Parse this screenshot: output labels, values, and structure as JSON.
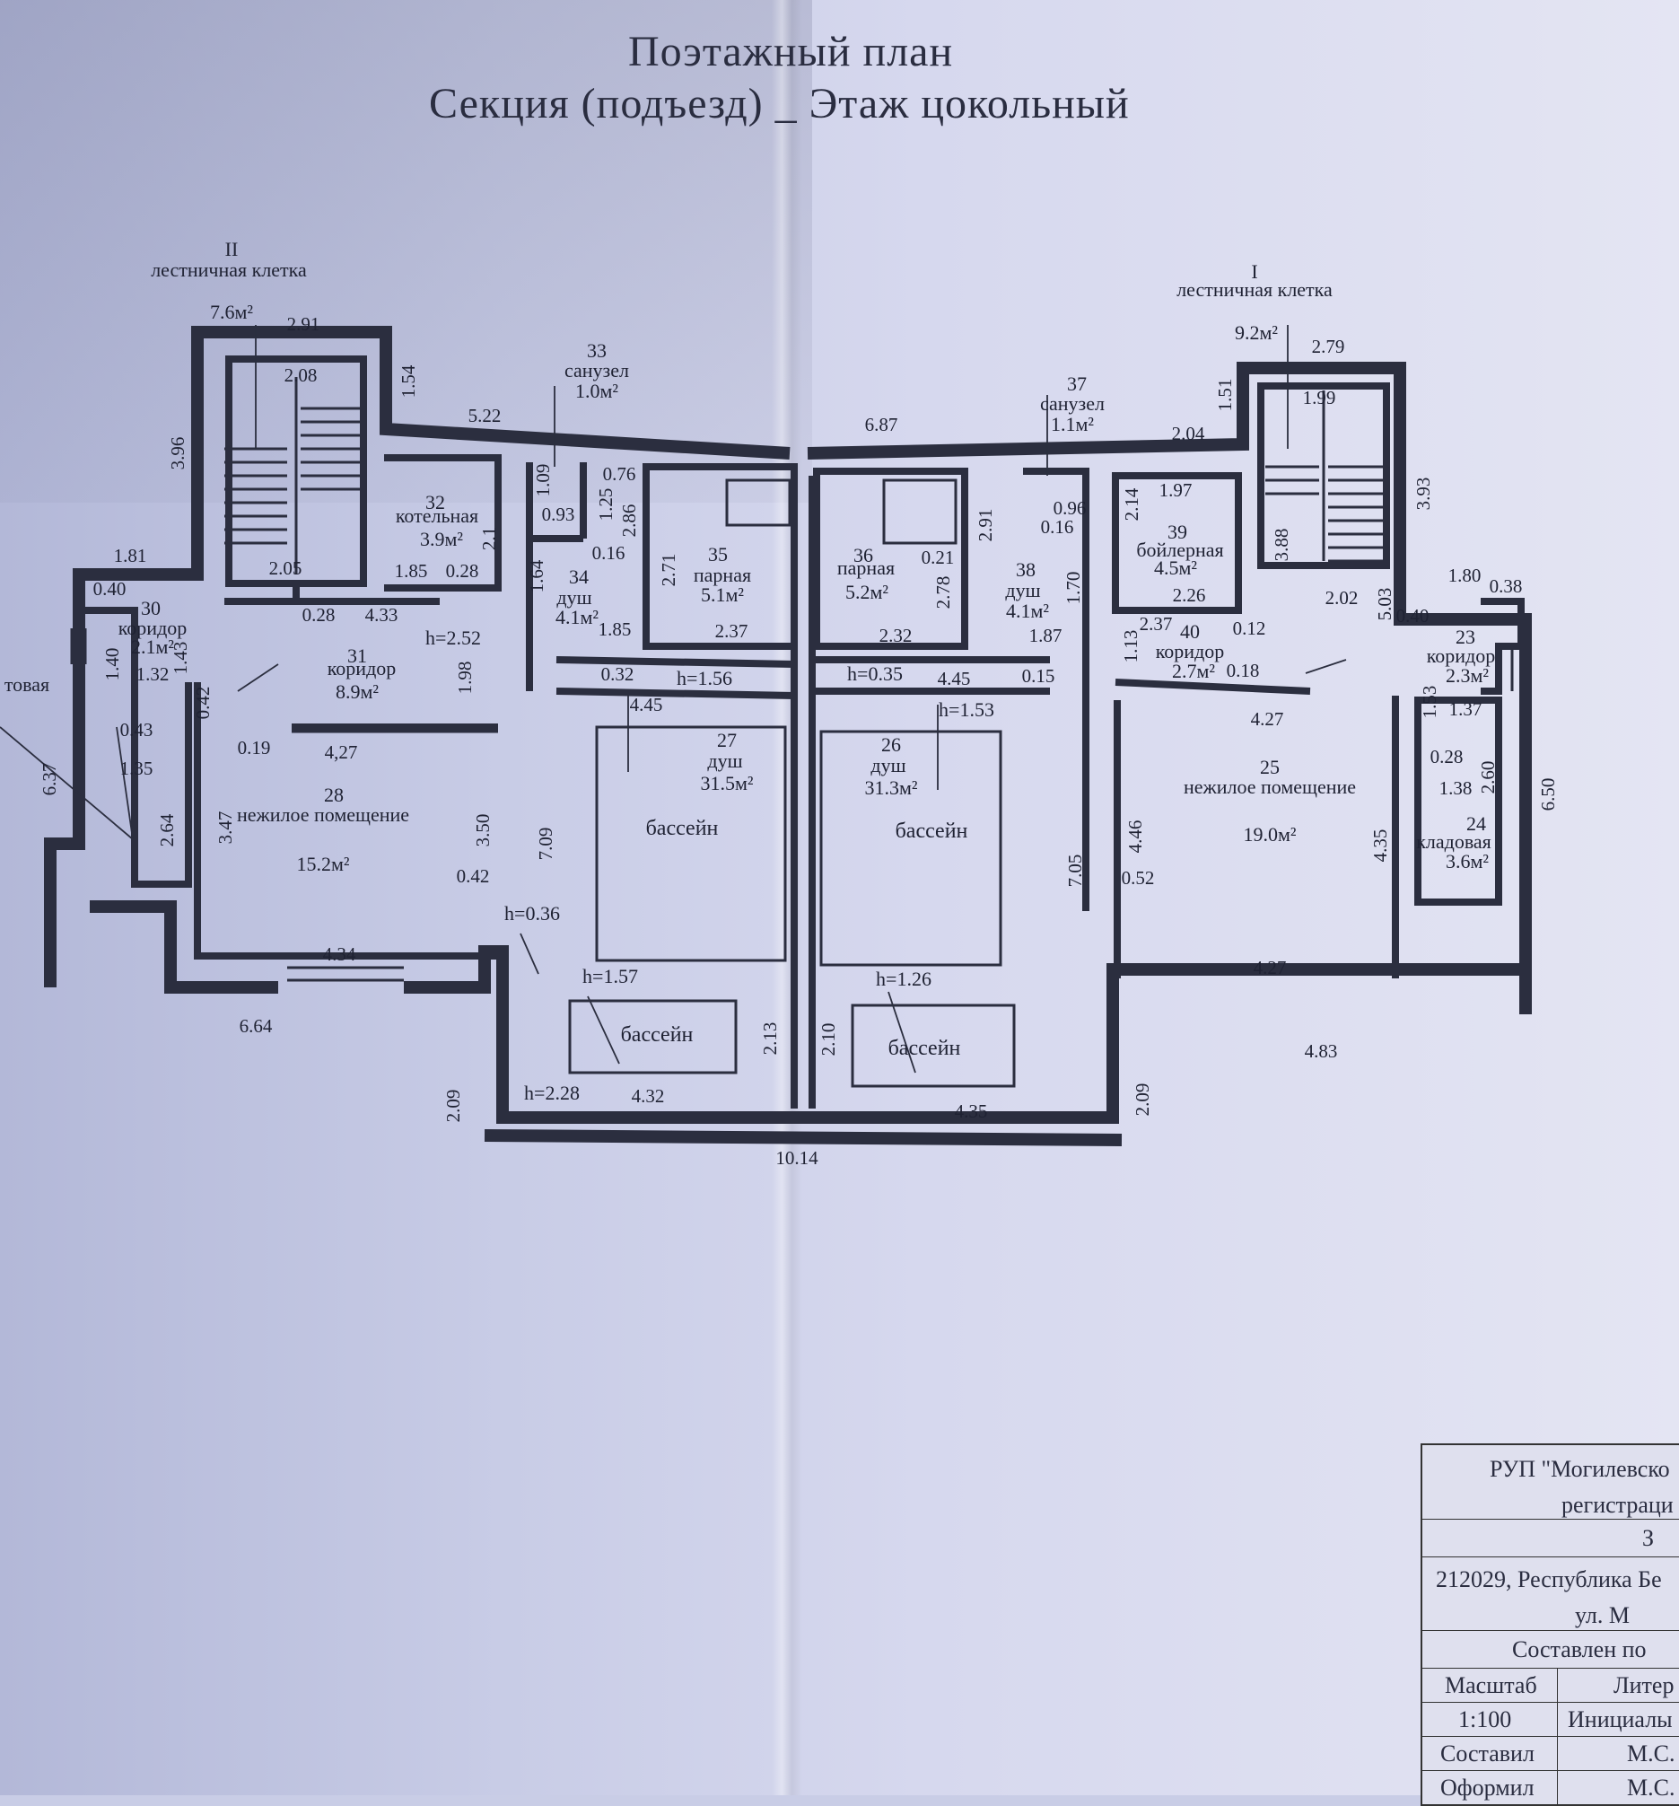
{
  "title_line1": "Поэтажный план",
  "title_line2": "Секция (подъезд) _ Этаж цокольный",
  "rooms": [
    {
      "num": "II",
      "name": "лестничная клетка",
      "area": "7.6м²"
    },
    {
      "num": "I",
      "name": "лестничная клетка",
      "area": "9.2м²"
    },
    {
      "num": "33",
      "name": "санузел",
      "area": "1.0м²"
    },
    {
      "num": "37",
      "name": "санузел",
      "area": "1.1м²"
    },
    {
      "num": "32",
      "name": "котельная",
      "area": "3.9м²"
    },
    {
      "num": "34",
      "name": "душ",
      "area": "4.1м²"
    },
    {
      "num": "35",
      "name": "парная",
      "area": "5.1м²"
    },
    {
      "num": "36",
      "name": "парная",
      "area": "5.2м²"
    },
    {
      "num": "38",
      "name": "душ",
      "area": "4.1м²"
    },
    {
      "num": "39",
      "name": "бойлерная",
      "area": "4.5м²"
    },
    {
      "num": "40",
      "name": "коридор",
      "area": "2.7м²"
    },
    {
      "num": "30",
      "name": "коридор",
      "area": "2.1м²"
    },
    {
      "num": "31",
      "name": "коридор",
      "area": "8.9м²"
    },
    {
      "num": "23",
      "name": "коридор",
      "area": "2.3м²"
    },
    {
      "num": "28",
      "name": "нежилое помещение",
      "area": "15.2м²"
    },
    {
      "num": "27",
      "name": "душ",
      "area": "31.5м²"
    },
    {
      "num": "26",
      "name": "душ",
      "area": "31.3м²"
    },
    {
      "num": "25",
      "name": "нежилое помещение",
      "area": "19.0м²"
    },
    {
      "num": "24",
      "name": "кладовая",
      "area": "3.6м²"
    }
  ],
  "partial_label": "товая",
  "pool_label": "бассейн",
  "heights": [
    "h=2.52",
    "h=1.56",
    "h=0.35",
    "h=1.53",
    "h=0.36",
    "h=1.57",
    "h=1.26",
    "h=2.28"
  ],
  "dimensions": {
    "top": [
      "2.91",
      "2.08",
      "1.54",
      "5.22",
      "6.87",
      "2.04",
      "2.79",
      "1.99",
      "1.51"
    ],
    "left": [
      "3.96",
      "1.81",
      "0.40",
      "6.37",
      "1.40",
      "1.43",
      "0.42",
      "1.32",
      "0.43",
      "1.35",
      "2.64",
      "3.47",
      "0.19",
      "4,27",
      "2.05",
      "0.28",
      "4.33",
      "1.85",
      "0.28",
      "1.98",
      "3.50",
      "0.42",
      "2.1"
    ],
    "center_left": [
      "1.09",
      "0.93",
      "0.76",
      "1.25",
      "2.86",
      "0.16",
      "2.71",
      "1.64",
      "1.85",
      "2.37",
      "0.32",
      "4.45",
      "7.09",
      "2.13",
      "4.32"
    ],
    "center_right": [
      "0.96",
      "0.16",
      "2.91",
      "0.21",
      "2.78",
      "1.70",
      "2.32",
      "1.87",
      "4.45",
      "0.15",
      "7.05",
      "2.10",
      "4.35"
    ],
    "right": [
      "2.14",
      "1.97",
      "3.88",
      "3.93",
      "2.26",
      "2.37",
      "0.12",
      "1.13",
      "0.18",
      "2.02",
      "5.03",
      "0.40",
      "1.80",
      "0.38",
      "4.27",
      "1.53",
      "1.37",
      "0.28",
      "1.38",
      "2.60",
      "6.50",
      "4.46",
      "0.52",
      "4.35"
    ],
    "bottom": [
      "4.34",
      "6.64",
      "2.09",
      "10.14",
      "4.27",
      "4.83",
      "2.09"
    ]
  },
  "stamp": {
    "line1": "РУП \"Могилевско",
    "line2": "регистраци",
    "line3": "З",
    "line4": "212029, Республика Бе",
    "line5": "ул. М",
    "line6": "Составлен по",
    "scale_label": "Масштаб",
    "liter_label": "Литер",
    "scale_value": "1:100",
    "initials_label": "Инициалы",
    "compiled_label": "Составил",
    "compiled_value": "М.С.",
    "drawn_label": "Оформил",
    "drawn_value": "М.С."
  }
}
